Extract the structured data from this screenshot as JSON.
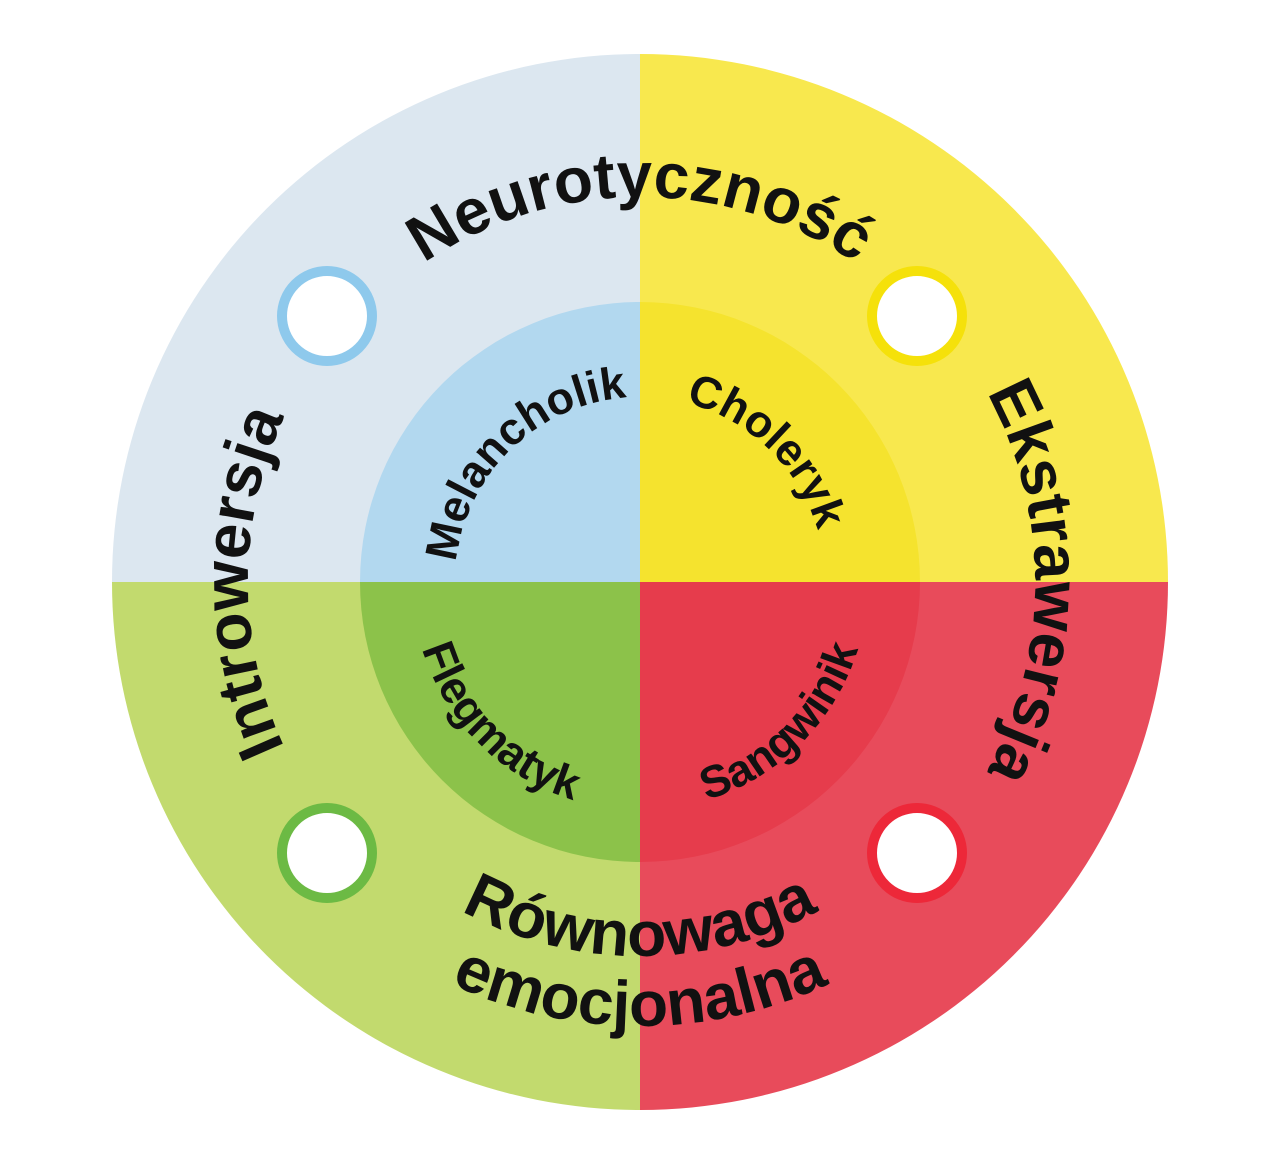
{
  "wheel": {
    "axis_labels": {
      "top": "Neurotyczność",
      "right": "Ekstrawersja",
      "bottom_line1": "Równowaga",
      "bottom_line2": "emocjonalna",
      "left": "Introwersja"
    },
    "temperaments": {
      "top_left": "Melancholik",
      "top_right": "Choleryk",
      "bottom_left": "Flegmatyk",
      "bottom_right": "Sangwinik"
    },
    "colors": {
      "background": "#ffffff",
      "text": "#111111",
      "outer_top_left": "#dce7f0",
      "outer_top_right": "#f8e84e",
      "outer_bottom_left": "#c2da6e",
      "outer_bottom_right": "#e84b5b",
      "inner_top_left": "#b2d8ef",
      "inner_top_right": "#f5e32e",
      "inner_bottom_left": "#8cc24a",
      "inner_bottom_right": "#e63c4c",
      "ring_top_left": "#8ec9ec",
      "ring_top_right": "#f5e10a",
      "ring_bottom_left": "#6cba44",
      "ring_bottom_right": "#ed2839",
      "marker_fill": "#ffffff"
    }
  }
}
